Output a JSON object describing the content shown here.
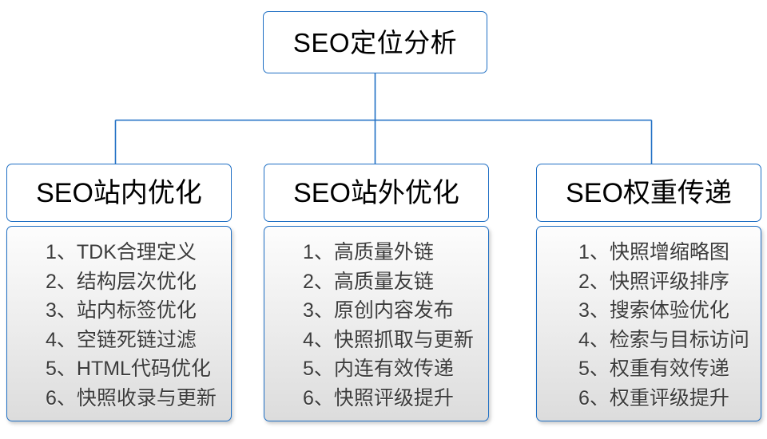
{
  "diagram": {
    "root": {
      "label": "SEO定位分析"
    },
    "columns": [
      {
        "header": "SEO站内优化",
        "items": [
          "1、TDK合理定义",
          "2、结构层次优化",
          "3、站内标签优化",
          "4、空链死链过滤",
          "5、HTML代码优化",
          "6、快照收录与更新"
        ]
      },
      {
        "header": "SEO站外优化",
        "items": [
          "1、高质量外链",
          "2、高质量友链",
          "3、原创内容发布",
          "4、快照抓取与更新",
          "5、内连有效传递",
          "6、快照评级提升"
        ]
      },
      {
        "header": "SEO权重传递",
        "items": [
          "1、快照增缩略图",
          "2、快照评级排序",
          "3、搜索体验优化",
          "4、检索与目标访问",
          "5、权重有效传递",
          "6、权重评级提升"
        ]
      }
    ],
    "colors": {
      "border": "#1f6fc4",
      "connector": "#1f6fc4",
      "header_fill": "#ffffff",
      "list_fill_top": "#fdfdfd",
      "list_fill_bottom": "#dcdcdc",
      "root_text": "#000000",
      "item_text": "#3c3c3c"
    }
  }
}
